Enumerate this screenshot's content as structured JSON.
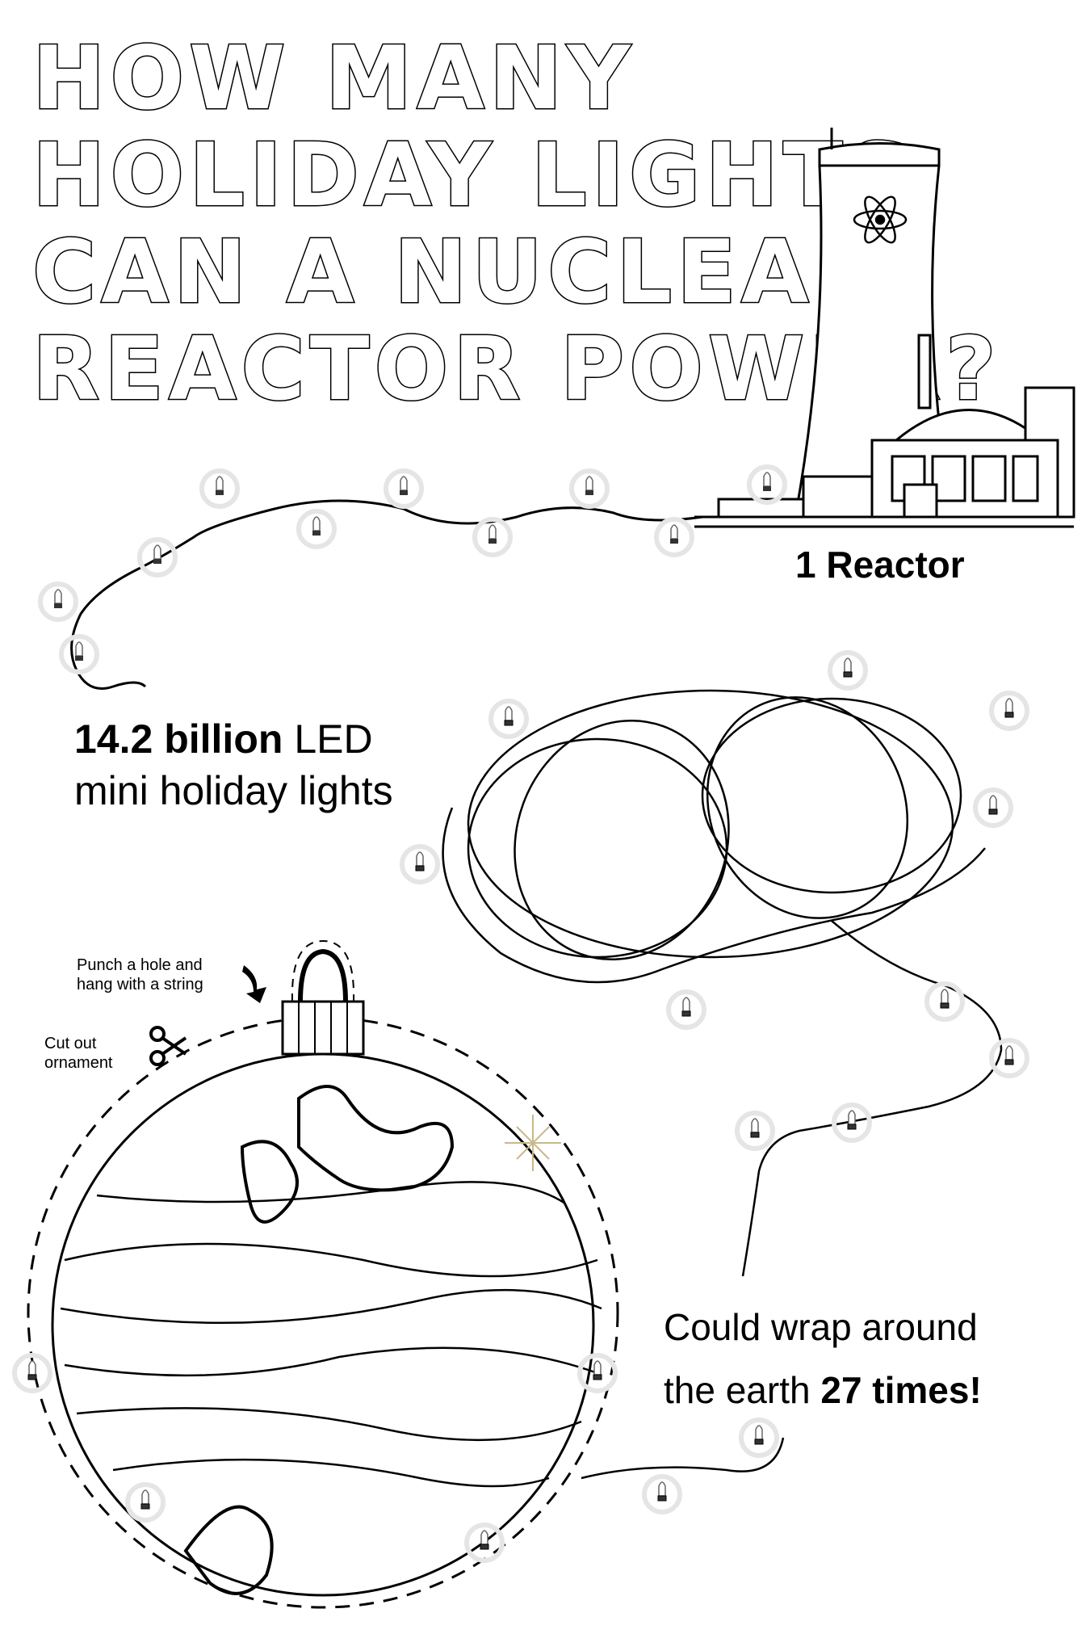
{
  "title": {
    "lines": [
      "HOW MANY",
      "HOLIDAY LIGHTS",
      "CAN A NUCLEAR",
      "REACTOR POWER?"
    ]
  },
  "reactor": {
    "label": "1 Reactor",
    "icon": "atom-icon"
  },
  "lights": {
    "count_bold": "14.2 billion",
    "count_rest": "LED",
    "line2": "mini holiday lights"
  },
  "earth": {
    "line1": "Could wrap around",
    "line2_prefix": "the earth",
    "line2_bold": "27 times!"
  },
  "ornament": {
    "hang_note_line1": "Punch a hole and",
    "hang_note_line2": "hang with a string",
    "cut_note_line1": "Cut out",
    "cut_note_line2": "ornament",
    "scissors_icon": "scissors-icon",
    "arrow_icon": "curved-arrow-icon"
  },
  "colors": {
    "ink": "#000000",
    "bulb_green": "#7ac143",
    "bulb_orange": "#f39c34",
    "bulb_red": "#e2403b"
  }
}
